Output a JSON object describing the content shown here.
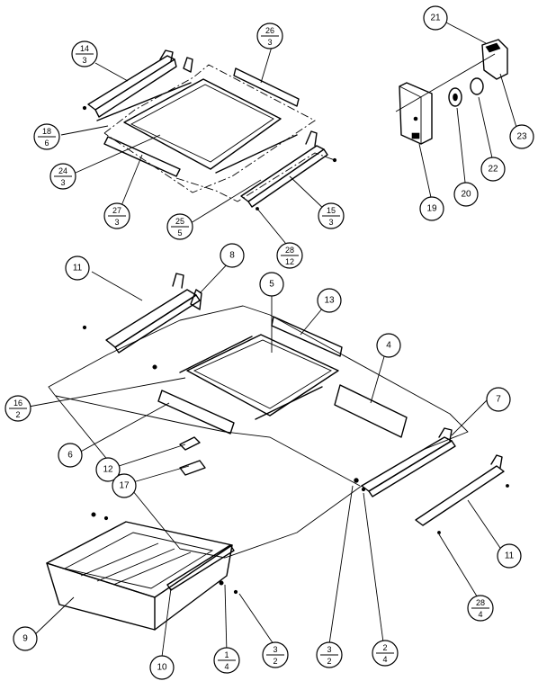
{
  "callouts": [
    {
      "id": "c1",
      "top": "14",
      "bottom": "3"
    },
    {
      "id": "c2",
      "top": "26",
      "bottom": "3"
    },
    {
      "id": "c3",
      "top": "18",
      "bottom": "6"
    },
    {
      "id": "c4",
      "top": "24",
      "bottom": "3"
    },
    {
      "id": "c5",
      "top": "27",
      "bottom": "3"
    },
    {
      "id": "c6",
      "top": "25",
      "bottom": "5"
    },
    {
      "id": "c7",
      "top": "15",
      "bottom": "3"
    },
    {
      "id": "c8",
      "top": "28",
      "bottom": "12"
    },
    {
      "id": "c9",
      "top": "16",
      "bottom": "2"
    },
    {
      "id": "c10",
      "top": "1",
      "bottom": "4"
    },
    {
      "id": "c11",
      "top": "3",
      "bottom": "2"
    },
    {
      "id": "c12",
      "top": "3",
      "bottom": "2"
    },
    {
      "id": "c13",
      "top": "2",
      "bottom": "4"
    },
    {
      "id": "c14",
      "top": "28",
      "bottom": "4"
    }
  ],
  "items": [
    {
      "id": "i21",
      "label": "21"
    },
    {
      "id": "i23",
      "label": "23"
    },
    {
      "id": "i22",
      "label": "22"
    },
    {
      "id": "i20",
      "label": "20"
    },
    {
      "id": "i19",
      "label": "19"
    },
    {
      "id": "i11a",
      "label": "11"
    },
    {
      "id": "i8",
      "label": "8"
    },
    {
      "id": "i5",
      "label": "5"
    },
    {
      "id": "i13",
      "label": "13"
    },
    {
      "id": "i4",
      "label": "4"
    },
    {
      "id": "i7",
      "label": "7"
    },
    {
      "id": "i6",
      "label": "6"
    },
    {
      "id": "i12",
      "label": "12"
    },
    {
      "id": "i17",
      "label": "17"
    },
    {
      "id": "i11b",
      "label": "11"
    },
    {
      "id": "i9",
      "label": "9"
    },
    {
      "id": "i10",
      "label": "10"
    }
  ]
}
